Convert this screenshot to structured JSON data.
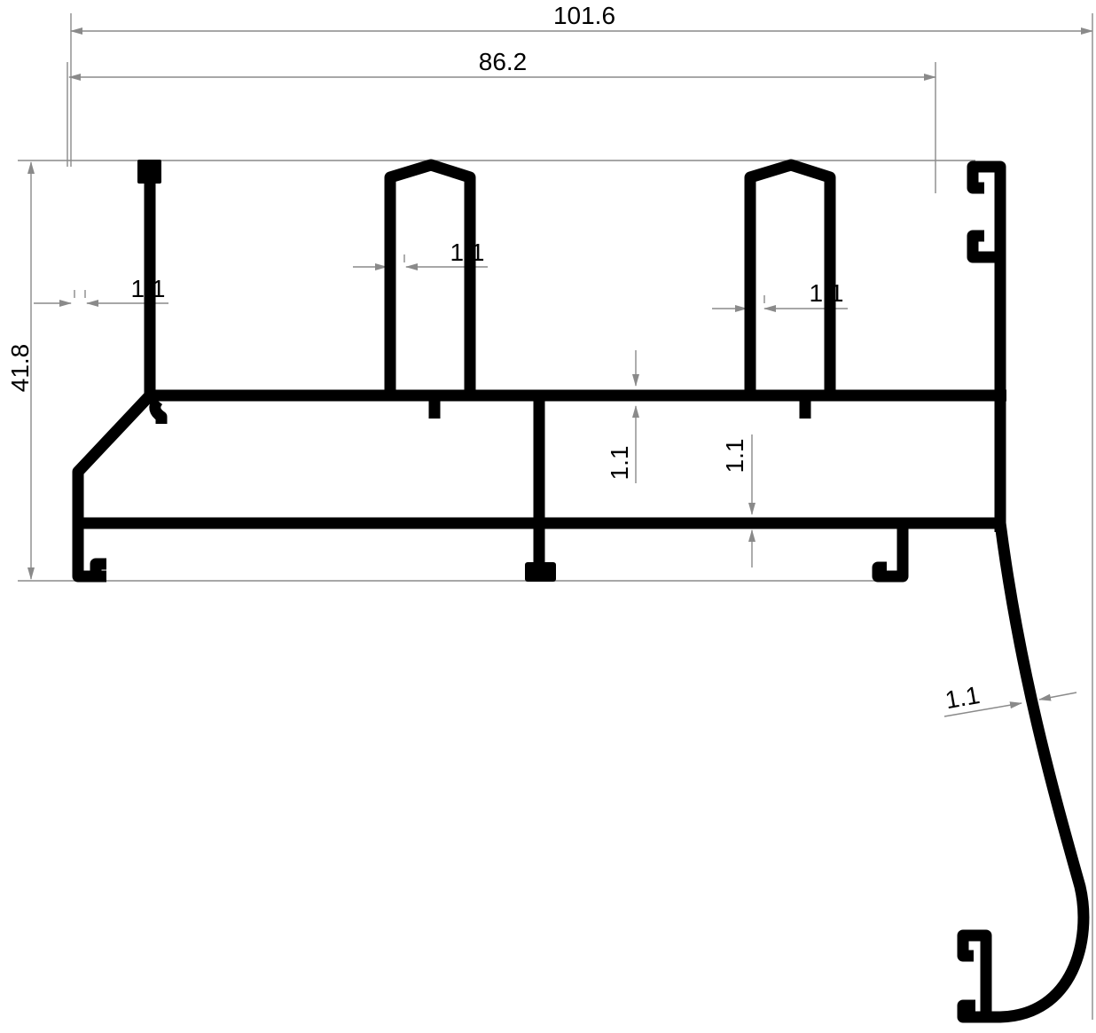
{
  "dimensions": {
    "overall_width": "101.6",
    "inner_width": "86.2",
    "height": "41.8",
    "wall_left_fin": "1.1",
    "wall_middle_fin": "1.1",
    "wall_right_fin": "1.1",
    "wall_upper_web": "1.1",
    "wall_lower_web": "1.1",
    "wall_curved_skirt": "1.1"
  },
  "colors": {
    "profile": "#000000",
    "dimension_lines": "#8a8a8a",
    "background": "#ffffff"
  }
}
